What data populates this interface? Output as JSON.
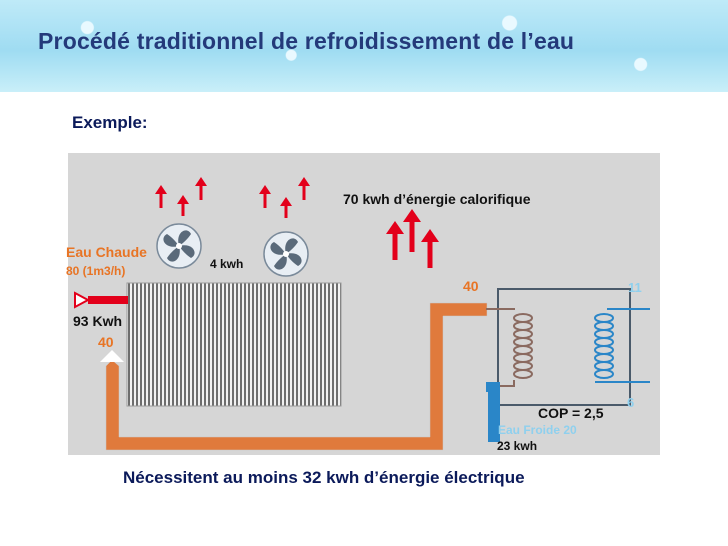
{
  "header": {
    "title": "Procédé traditionnel de refroidissement de l’eau"
  },
  "example_label": "Exemple:",
  "diagram": {
    "energy_heat": "70 kwh d’énergie calorifique",
    "hot_water_label": "Eau Chaude",
    "hot_water_flow": "80  (1m3/h)",
    "fan_power": "4 kwh",
    "input_energy": "93 Kwh",
    "temp_inlet": "40",
    "temp_hx_in": "40",
    "temp_out_top": "11",
    "temp_out_bottom": "6",
    "cop": "COP = 2,5",
    "cold_water_label": "Eau Froide 20",
    "chiller_power": "23 kwh"
  },
  "footer": {
    "note": "Nécessitent au moins 32 kwh d’énergie électrique"
  },
  "colors": {
    "pipe_hot": "#e07a3c",
    "pipe_cold": "#2a86c8",
    "arrow": "#e3001b",
    "title": "#243a7a"
  }
}
